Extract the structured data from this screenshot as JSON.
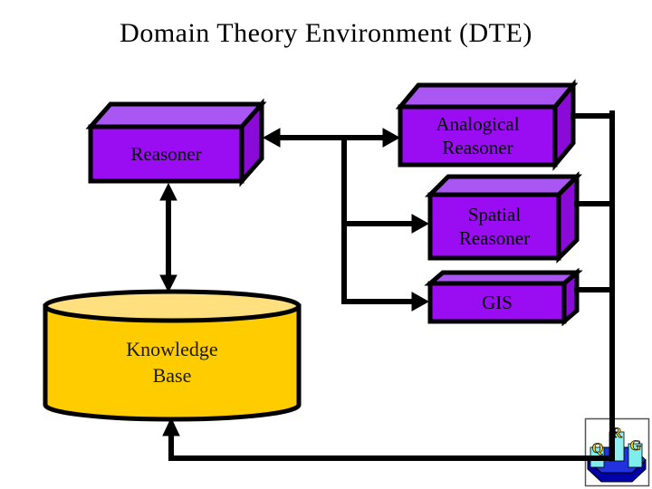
{
  "slide": {
    "title": "Domain Theory Environment (DTE)"
  },
  "nodes": {
    "reasoner": {
      "type": "box",
      "label": "Reasoner"
    },
    "analogical_reasoner": {
      "type": "box",
      "label_lines": [
        "Analogical",
        "Reasoner"
      ]
    },
    "spatial_reasoner": {
      "type": "box",
      "label_lines": [
        "Spatial",
        "Reasoner"
      ]
    },
    "gis": {
      "type": "box",
      "label": "GIS"
    },
    "knowledge_base": {
      "type": "cylinder",
      "label_lines": [
        "Knowledge",
        "Base"
      ]
    }
  },
  "edges": [
    {
      "from": "reasoner",
      "to": "analogical_reasoner",
      "style": "double-headed-arrow"
    },
    {
      "from": "reasoner-analogical-link",
      "to": "spatial_reasoner",
      "style": "arrow"
    },
    {
      "from": "reasoner-analogical-link",
      "to": "gis",
      "style": "arrow"
    },
    {
      "from": "reasoner",
      "to": "knowledge_base",
      "style": "double-headed-arrow"
    },
    {
      "from": "right-side-bus",
      "to": "knowledge_base",
      "style": "arrow"
    }
  ],
  "logo": {
    "letters": [
      "Q",
      "R",
      "G"
    ]
  },
  "colors": {
    "box_front": "#9a0df2",
    "box_top": "#a956f2",
    "box_side": "#8a0bd8",
    "cylinder_body": "#ffcc00",
    "cylinder_top": "#ffdf7e",
    "connector": "#000000",
    "logo_base_top": "#2233dd",
    "logo_base_side": "#0000a8",
    "logo_pedestal": "#7fecee",
    "logo_letter": "#ffd81c"
  }
}
